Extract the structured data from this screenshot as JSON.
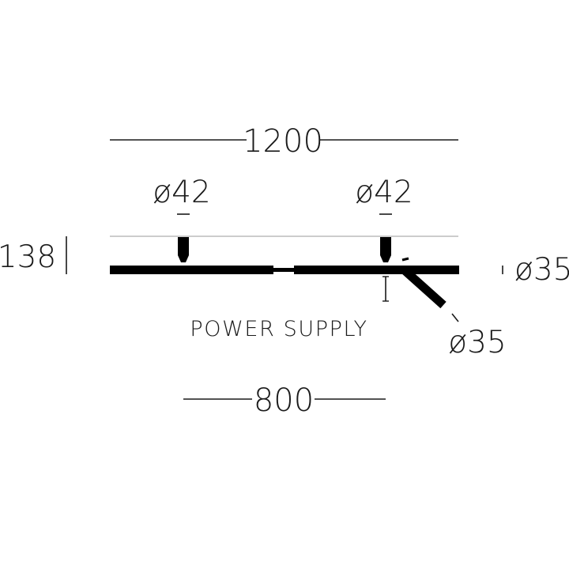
{
  "dimensions": {
    "overall_length": "1200",
    "inner_length": "800",
    "height": "138",
    "spot_left_diameter": "ø42",
    "spot_right_diameter": "ø42",
    "track_diameter": "ø35",
    "arm_diameter": "ø35"
  },
  "labels": {
    "power_supply": "POWER SUPPLY"
  },
  "colors": {
    "fixture": "#000000",
    "dimension_line": "#1a1a1a",
    "reference_line": "#9a9a9a"
  }
}
